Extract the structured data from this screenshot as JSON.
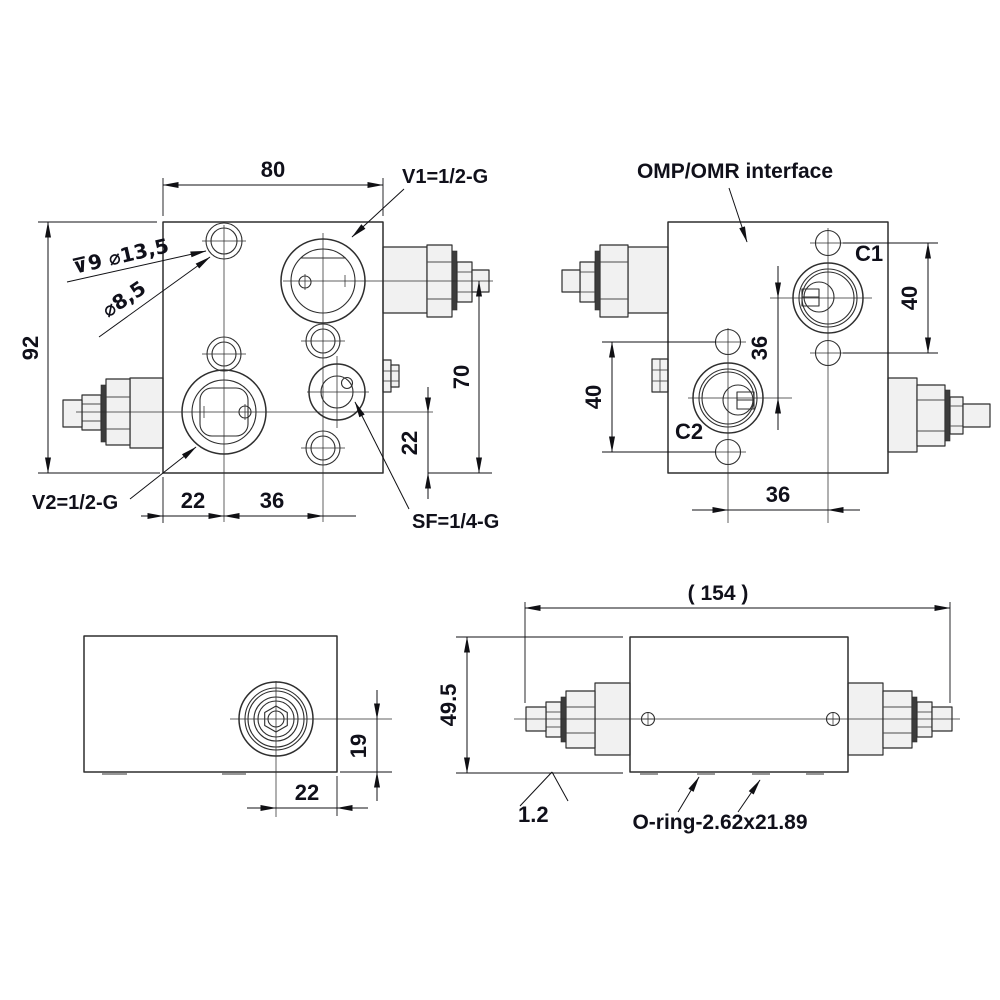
{
  "meta": {
    "background_color": "#ffffff",
    "line_color": "#2e2e2e",
    "dim_color": "#101014"
  },
  "front": {
    "dim_width": "80",
    "dim_height": "92",
    "dim_v1_to_bottom": "70",
    "dim_center_to_bottom": "22",
    "dim_col1": "22",
    "dim_col2": "36",
    "label_v1": "V1=1/2-G",
    "label_v2": "V2=1/2-G",
    "label_sf": "SF=1/4-G",
    "callout_counterbore": "⊽9 ⌀13,5",
    "callout_thru_hole": "⌀8,5"
  },
  "interface_view": {
    "title": "OMP/OMR interface",
    "label_c1": "C1",
    "label_c2": "C2",
    "dim_c1_bolts": "40",
    "dim_port_offset": "36",
    "dim_c2_bolts": "40",
    "dim_port_spacing": "36"
  },
  "side_view": {
    "dim_center_to_bottom": "19",
    "dim_center_to_edge": "22"
  },
  "profile_view": {
    "dim_overall_length": "( 154 )",
    "dim_height": "49.5",
    "dim_chamfer": "1.2",
    "label_oring": "O-ring-2.62x21.89"
  }
}
